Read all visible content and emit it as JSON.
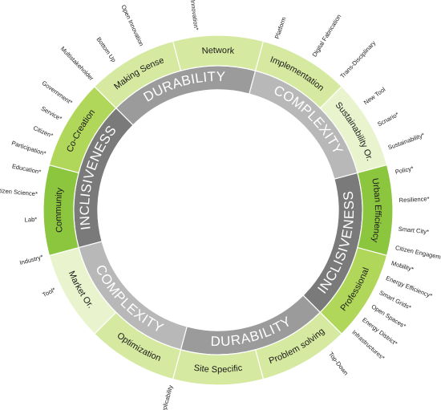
{
  "colors": {
    "green_dark": "#8cc63f",
    "green_mid": "#b0d75a",
    "green_light": "#d6e9a0",
    "green_pale": "#e9f3cd",
    "grey_dark": "#7a7a7a",
    "grey_mid": "#9b9b9b",
    "grey_light": "#b8b8b8"
  },
  "core_ring": [
    {
      "label": "DURABILITY",
      "tone": "grey_mid"
    },
    {
      "label": "COMPLEXITY",
      "tone": "grey_light"
    },
    {
      "label": "INCLISIVENESS",
      "tone": "grey_dark"
    },
    {
      "label": "DURABILITY",
      "tone": "grey_mid"
    },
    {
      "label": "COMPLEXITY",
      "tone": "grey_light"
    },
    {
      "label": "INCLISIVENESS",
      "tone": "grey_dark"
    }
  ],
  "segments": [
    {
      "label": "Network",
      "tone": "green_light"
    },
    {
      "label": "Implementation",
      "tone": "green_light"
    },
    {
      "label": "Sustainability Or.",
      "tone": "green_pale"
    },
    {
      "label": "Urban Efficiency",
      "tone": "green_dark"
    },
    {
      "label": "Professional",
      "tone": "green_mid"
    },
    {
      "label": "Problem solving",
      "tone": "green_light"
    },
    {
      "label": "Site Specific",
      "tone": "green_light"
    },
    {
      "label": "Optimization",
      "tone": "green_light"
    },
    {
      "label": "Market Or.",
      "tone": "green_pale"
    },
    {
      "label": "Community",
      "tone": "green_dark"
    },
    {
      "label": "Co-Creation",
      "tone": "green_mid"
    },
    {
      "label": "Making Sense",
      "tone": "green_light"
    }
  ],
  "outer_labels": [
    {
      "text": "Social Innovation*",
      "angle": -97
    },
    {
      "text": "Platform",
      "angle": -71
    },
    {
      "text": "Digital Fabrication",
      "angle": -58
    },
    {
      "text": "Trans-Disciplinary",
      "angle": -47
    },
    {
      "text": "New Tool",
      "angle": -36
    },
    {
      "text": "Scnario*",
      "angle": -28
    },
    {
      "text": "Sustainability*",
      "angle": -20
    },
    {
      "text": "Policy*",
      "angle": -12
    },
    {
      "text": "Resilience*",
      "angle": -3
    },
    {
      "text": "Smart City*",
      "angle": 6
    },
    {
      "text": "Citizen Engagement",
      "angle": 12
    },
    {
      "text": "Mobility*",
      "angle": 17
    },
    {
      "text": "Energy Efficiency*",
      "angle": 22
    },
    {
      "text": "Smart Grids*",
      "angle": 27
    },
    {
      "text": "Open Spaces*",
      "angle": 32
    },
    {
      "text": "Energy District*",
      "angle": 37
    },
    {
      "text": "Infrastructures*",
      "angle": 42
    },
    {
      "text": "Top-Down",
      "angle": 52
    },
    {
      "text": "Replicability",
      "angle": 105
    },
    {
      "text": "Tool*",
      "angle": 154
    },
    {
      "text": "Industry*",
      "angle": 165
    },
    {
      "text": "Lab*",
      "angle": 177
    },
    {
      "text": "Citizen Science*",
      "angle": 185
    },
    {
      "text": "Education*",
      "angle": 192
    },
    {
      "text": "Participation*",
      "angle": 198
    },
    {
      "text": "Citizen*",
      "angle": 204
    },
    {
      "text": "Service*",
      "angle": 210
    },
    {
      "text": "Government*",
      "angle": 216
    },
    {
      "text": "Multistakeholder",
      "angle": 226
    },
    {
      "text": "Bottom Up",
      "angle": 235
    },
    {
      "text": "Open Innovation",
      "angle": 245
    }
  ]
}
